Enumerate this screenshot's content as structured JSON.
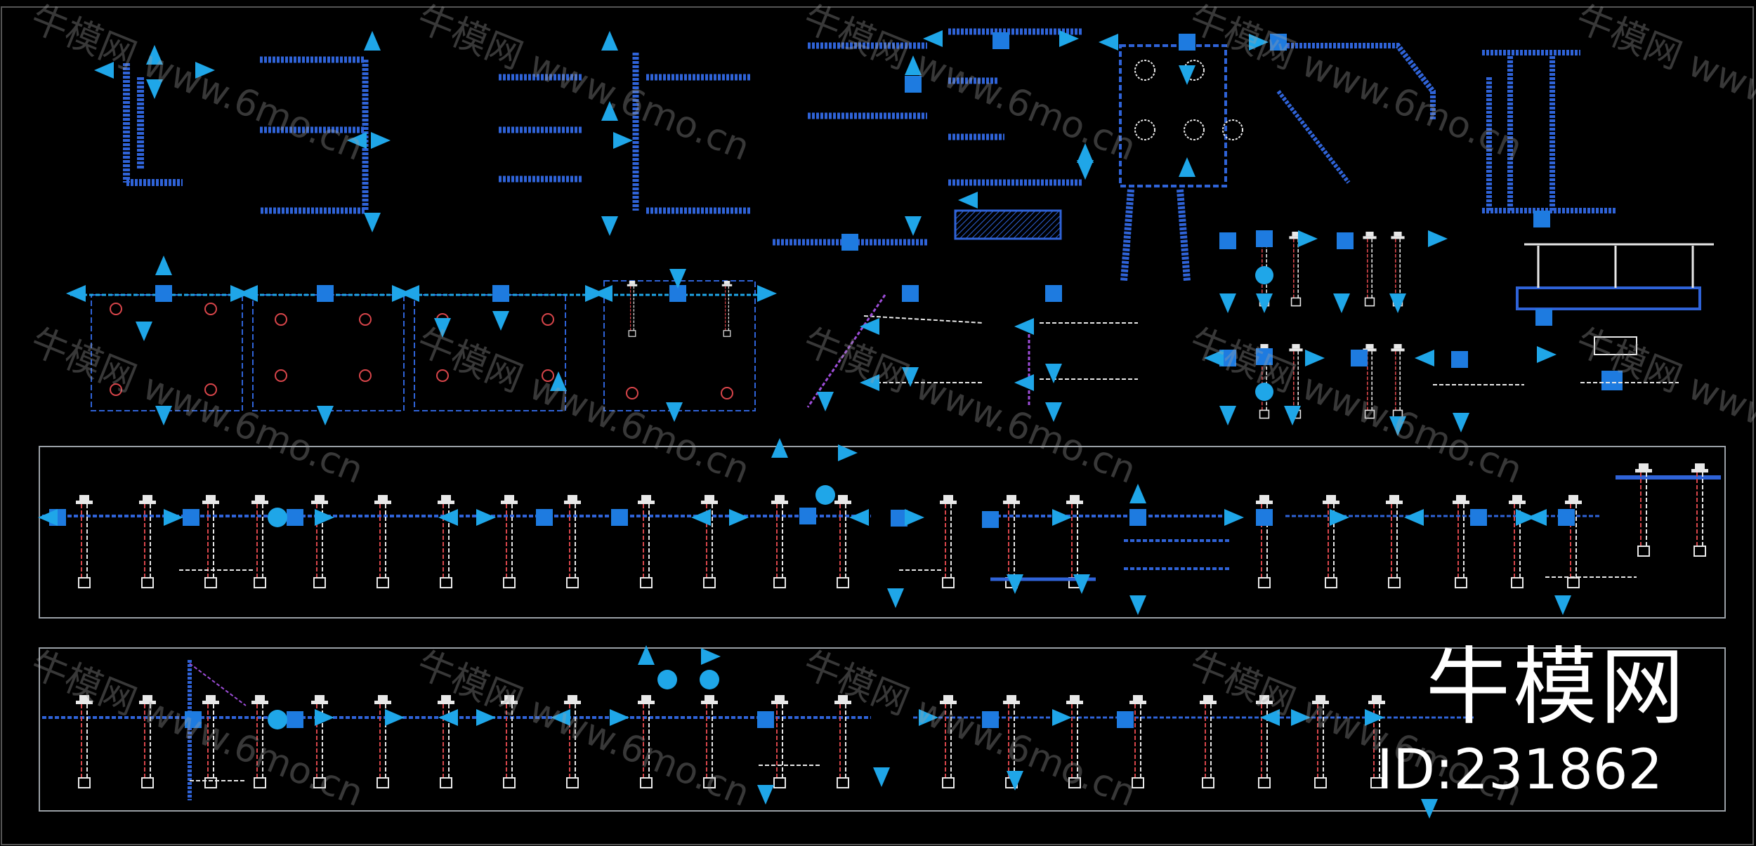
{
  "brand": {
    "name": "牛模网",
    "id_text": "ID:231862"
  },
  "watermark": {
    "text": "牛模网 www.6mo.cn"
  },
  "colors": {
    "background": "#000000",
    "grip": "#1fa6e8",
    "grip_square": "#1e7be0",
    "line": "#2f63d8",
    "frame": "#9aa0a6",
    "bolt_white": "#e8e8e8",
    "bolt_red": "#d8454a",
    "brand_text": "#ffffff"
  }
}
